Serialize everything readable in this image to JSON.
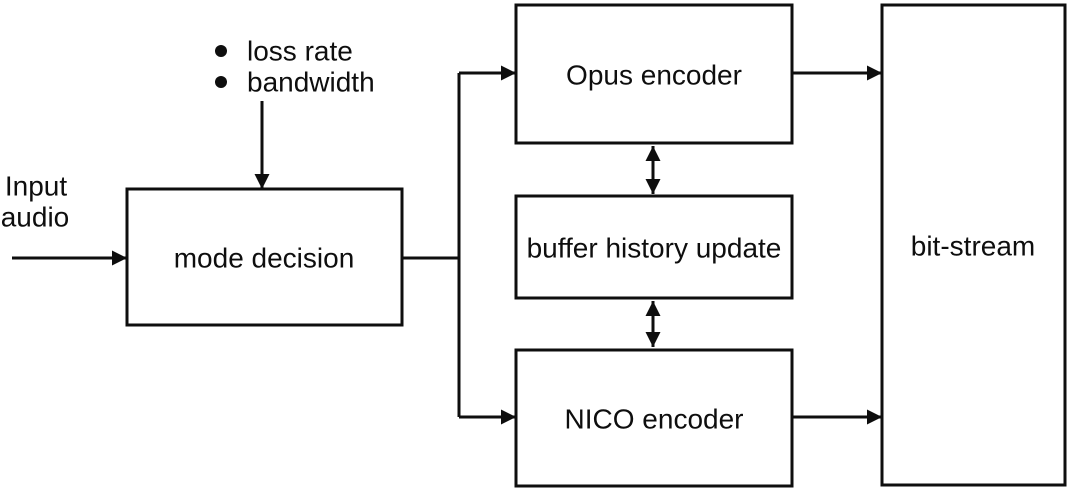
{
  "colors": {
    "background": "#ffffff",
    "stroke": "#0e0e0e",
    "text": "#0e0e0e"
  },
  "input_label": {
    "line1": "Input",
    "line2": "audio"
  },
  "parameter_list": {
    "items": [
      "loss rate",
      "bandwidth"
    ]
  },
  "nodes": {
    "mode_decision": "mode decision",
    "opus_encoder": "Opus encoder",
    "buffer_history_update": "buffer history update",
    "nico_encoder": "NICO encoder",
    "bit_stream": "bit-stream"
  }
}
